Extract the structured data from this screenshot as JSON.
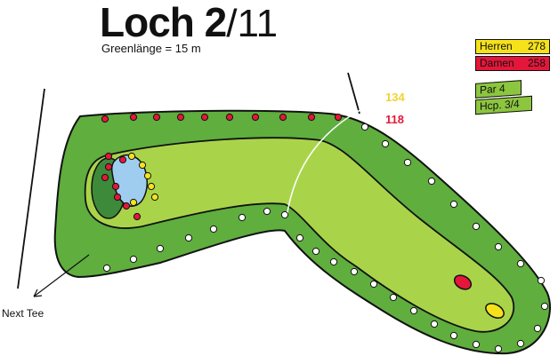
{
  "title": {
    "hole": "Loch 2",
    "total": "/11"
  },
  "green_length": "Greenlänge = 15 m",
  "tees": [
    {
      "label": "Herren",
      "value": "278",
      "color": "#f5e21a"
    },
    {
      "label": "Damen",
      "value": "258",
      "color": "#e4173a"
    }
  ],
  "par": "Par 4",
  "hcp": "Hcp. 3/4",
  "distances": {
    "yellow": "134",
    "red": "118"
  },
  "next_tee": "Next Tee",
  "colors": {
    "rough": "#5fae3e",
    "fairway": "#a9d44a",
    "green": "#3d8a3a",
    "bunker": "#9fcdf0",
    "tee_red": "#e4173a",
    "tee_yellow": "#f5e21a"
  }
}
